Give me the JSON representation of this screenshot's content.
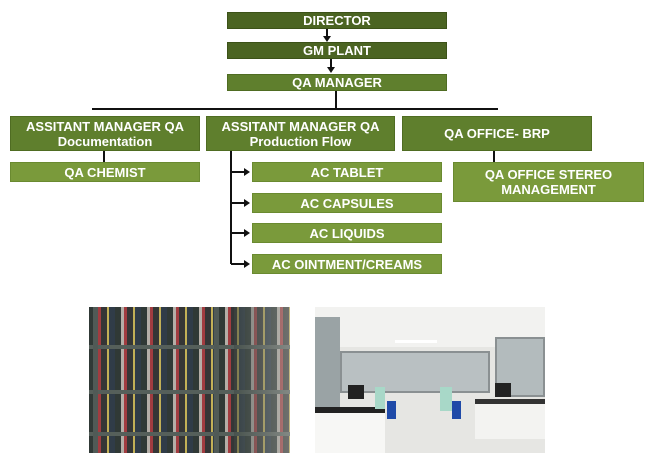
{
  "chart": {
    "director": "DIRECTOR",
    "gm_plant": "GM PLANT",
    "qa_manager": "QA  MANAGER",
    "asst_doc": [
      "ASSITANT  MANAGER QA",
      "Documentation"
    ],
    "asst_prod": [
      "ASSITANT  MANAGER QA",
      "Production Flow"
    ],
    "qa_office_brp": "QA OFFICE- BRP",
    "qa_chemist": "QA CHEMIST",
    "prod_children": [
      "AC TABLET",
      "AC CAPSULES",
      "AC LIQUIDS",
      "AC OINTMENT/CREAMS"
    ],
    "stereo": [
      "QA OFFICE STEREO",
      "MANAGEMENT"
    ]
  },
  "colors": {
    "dark": "#4b6422",
    "mid": "#5f7f2d",
    "light": "#7a9a3b"
  }
}
